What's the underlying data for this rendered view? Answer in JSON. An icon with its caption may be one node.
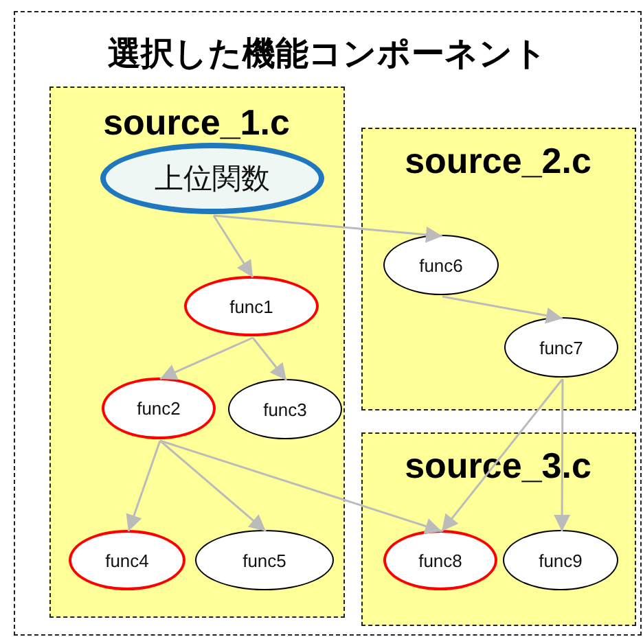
{
  "diagram": {
    "nodes": [
      {
        "text": [
          "選択した機能コンポーネント"
        ]
      },
      {
        "text": [
          "source_1.c"
        ],
        "in": 0
      },
      {
        "text": [
          "上位関数"
        ],
        "in": 1
      },
      {
        "text": [
          "func1"
        ],
        "in": 1
      },
      {
        "text": [
          "func2"
        ],
        "in": 1
      },
      {
        "text": [
          "func3"
        ],
        "in": 1
      },
      {
        "text": [
          "func4"
        ],
        "in": 1
      },
      {
        "text": [
          "func5"
        ],
        "in": 1
      },
      {
        "text": [
          "source_2.c"
        ],
        "in": 0
      },
      {
        "text": [
          "func6"
        ],
        "in": 8
      },
      {
        "text": [
          "func7"
        ],
        "in": 8
      },
      {
        "text": [
          "source_3.c"
        ],
        "in": 0
      },
      {
        "text": [
          "func8"
        ],
        "in": 11
      },
      {
        "text": [
          "func9"
        ],
        "in": 11
      }
    ],
    "edges": [
      {
        "from": 2,
        "to": 3,
        "arrow": "to"
      },
      {
        "from": 2,
        "to": 9,
        "arrow": "to"
      },
      {
        "from": 3,
        "to": 4,
        "arrow": "to"
      },
      {
        "from": 3,
        "to": 5,
        "arrow": "to"
      },
      {
        "from": 4,
        "to": 6,
        "arrow": "to"
      },
      {
        "from": 4,
        "to": 7,
        "arrow": "to"
      },
      {
        "from": 4,
        "to": 12,
        "arrow": "to"
      },
      {
        "from": 9,
        "to": 10,
        "arrow": "to"
      },
      {
        "from": 10,
        "to": 12,
        "arrow": "to"
      },
      {
        "from": 10,
        "to": 13,
        "arrow": "to"
      }
    ]
  }
}
